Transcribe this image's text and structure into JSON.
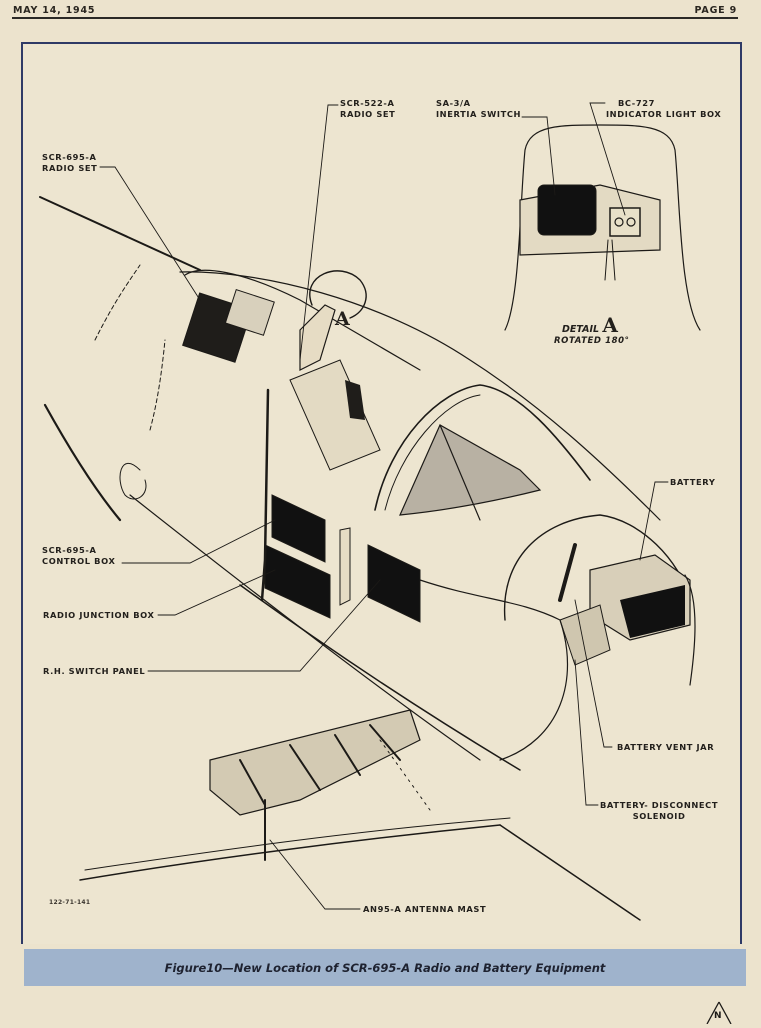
{
  "page": {
    "date": "MAY 14, 1945",
    "page_number": "PAGE 9"
  },
  "figure": {
    "caption": "Figure10—New Location of SCR-695-A Radio and Battery Equipment",
    "drawing_id": "122-71-141",
    "detail": {
      "title_word": "DETAIL",
      "letter": "A",
      "note": "ROTATED 180°"
    },
    "callout_letter": "A",
    "labels": {
      "scr695_radio": [
        "SCR-695-A",
        "RADIO SET"
      ],
      "scr522_radio": [
        "SCR-522-A",
        "RADIO SET"
      ],
      "inertia_switch": [
        "SA-3/A",
        "INERTIA SWITCH"
      ],
      "indicator_box": [
        "BC-727",
        "INDICATOR LIGHT BOX"
      ],
      "battery": "BATTERY",
      "control_box": [
        "SCR-695-A",
        "CONTROL BOX"
      ],
      "junction_box": "RADIO JUNCTION BOX",
      "switch_panel": "R.H. SWITCH PANEL",
      "vent_jar": "BATTERY VENT JAR",
      "disconnect_solenoid": [
        "BATTERY- DISCONNECT",
        "SOLENOID"
      ],
      "antenna_mast": "AN95-A ANTENNA MAST"
    }
  },
  "footer": {
    "north_symbol": "N"
  },
  "colors": {
    "paper": "#ece3cd",
    "frame": "#2f3a66",
    "caption_bar": "#9fb3cc",
    "ink": "#1c1a17"
  }
}
